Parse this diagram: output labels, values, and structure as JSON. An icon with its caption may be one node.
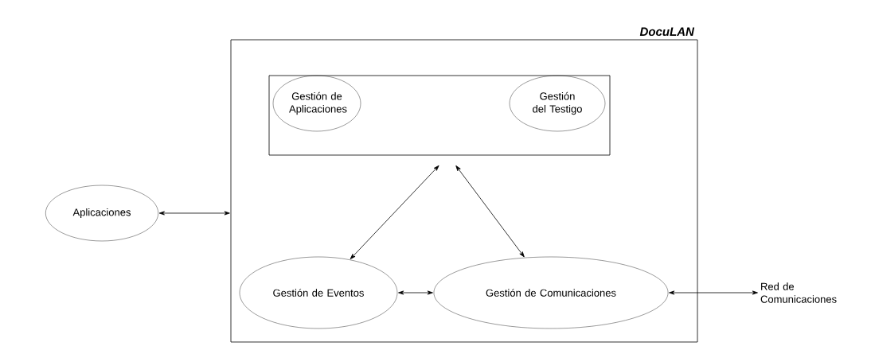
{
  "diagram": {
    "nodes": [
      {
        "text": [
          "DocuLAN"
        ]
      },
      {
        "text": [],
        "shape": "box",
        "in": 0
      },
      {
        "text": [
          "Gestión de Aplicaciones"
        ],
        "in": 1
      },
      {
        "text": [
          "Gestión del Testigo"
        ],
        "in": 1
      },
      {
        "text": [
          "Aplicaciones"
        ]
      },
      {
        "text": [
          "Gestión de Eventos"
        ],
        "in": 0
      },
      {
        "text": [
          "Gestión de Comunicaciones"
        ],
        "in": 0
      },
      {
        "text": [
          "Red de Comunicaciones"
        ]
      }
    ],
    "edges": [
      {
        "from": 4,
        "to": 0,
        "arrow": "both"
      },
      {
        "from": 1,
        "to": 5,
        "arrow": "both"
      },
      {
        "from": 1,
        "to": 6,
        "arrow": "both"
      },
      {
        "from": 5,
        "to": 6,
        "arrow": "both"
      },
      {
        "from": 6,
        "to": 7,
        "arrow": "both"
      }
    ]
  }
}
